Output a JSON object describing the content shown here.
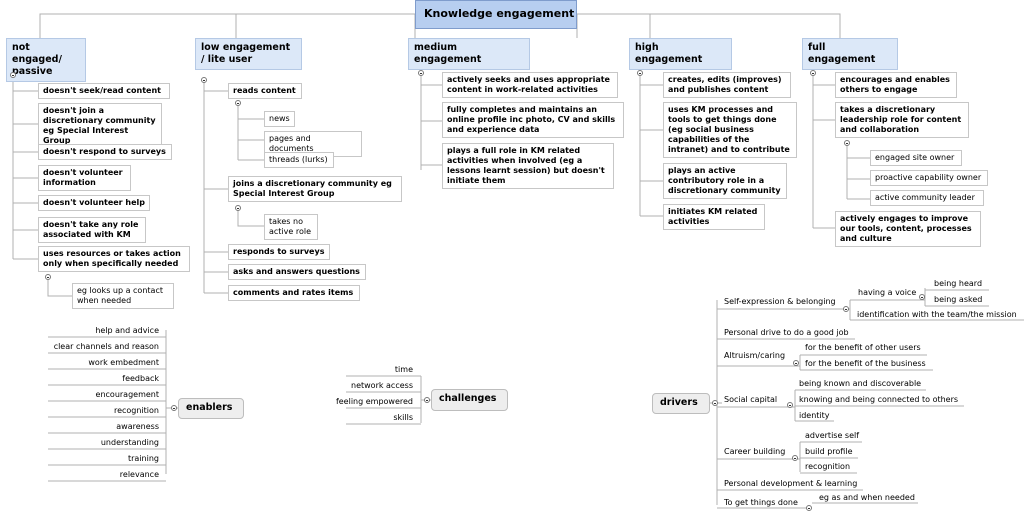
{
  "root": "Knowledge engagement",
  "columns": [
    {
      "title": "not engaged/\npassive",
      "items": [
        "doesn't seek/read content",
        "doesn't join a\ndiscretionary community\neg Special Interest Group",
        "doesn't respond to surveys",
        "doesn't volunteer\ninformation",
        "doesn't volunteer help",
        "doesn't take any role\nassociated with KM",
        "uses resources or takes action\nonly when specifically needed"
      ],
      "sub": "eg looks up a contact\nwhen needed"
    },
    {
      "title": "low engagement\n/ lite user",
      "items": [
        "reads content",
        "joins a discretionary community eg\nSpecial Interest Group",
        "responds to surveys",
        "asks and answers questions",
        "comments and rates items"
      ],
      "reads_children": [
        "news",
        "pages and documents",
        "threads (lurks)"
      ],
      "join_child": "takes no\nactive role"
    },
    {
      "title": "medium engagement",
      "items": [
        "actively seeks and uses appropriate\ncontent in work-related activities",
        "fully completes and maintains an\nonline profile inc photo, CV and skills\nand experience data",
        "plays a full role in KM related\nactivities when involved (eg a\nlessons learnt session) but doesn't\ninitiate them"
      ]
    },
    {
      "title": "high engagement",
      "items": [
        "creates, edits (improves)\nand publishes content",
        "uses KM processes and\ntools to get things done\n(eg social business\ncapabilities of the\nintranet) and to contribute",
        "plays an active\ncontributory role in a\ndiscretionary community",
        "initiates KM related\nactivities"
      ]
    },
    {
      "title": "full engagement",
      "items": [
        "encourages and enables\nothers to engage",
        "takes a discretionary\nleadership role for content\nand collaboration",
        "actively engages to improve\nour tools, content, processes\nand culture"
      ],
      "leader_children": [
        "engaged site owner",
        "proactive capability owner",
        "active community leader"
      ]
    }
  ],
  "enablers": {
    "label": "enablers",
    "items": [
      "help and advice",
      "clear channels and reason",
      "work embedment",
      "feedback",
      "encouragement",
      "recognition",
      "awareness",
      "understanding",
      "training",
      "relevance"
    ]
  },
  "challenges": {
    "label": "challenges",
    "items": [
      "time",
      "network access",
      "feeling empowered",
      "skills"
    ]
  },
  "drivers": {
    "label": "drivers",
    "groups": [
      {
        "label": "Self-expression & belonging",
        "children": [
          "having a voice",
          "identification with the team/the mission"
        ],
        "voice_children": [
          "being heard",
          "being asked"
        ]
      },
      {
        "label": "Personal drive to do a good job",
        "children": []
      },
      {
        "label": "Altruism/caring",
        "children": [
          "for the benefit of other users",
          "for the benefit of the business"
        ]
      },
      {
        "label": "Social capital",
        "children": [
          "being known and discoverable",
          "knowing and being connected to others",
          "identity"
        ]
      },
      {
        "label": "Career building",
        "children": [
          "advertise self",
          "build profile",
          "recognition"
        ]
      },
      {
        "label": "Personal development & learning",
        "children": []
      },
      {
        "label": "To get things done",
        "children": [
          "eg as and when needed"
        ]
      }
    ]
  }
}
